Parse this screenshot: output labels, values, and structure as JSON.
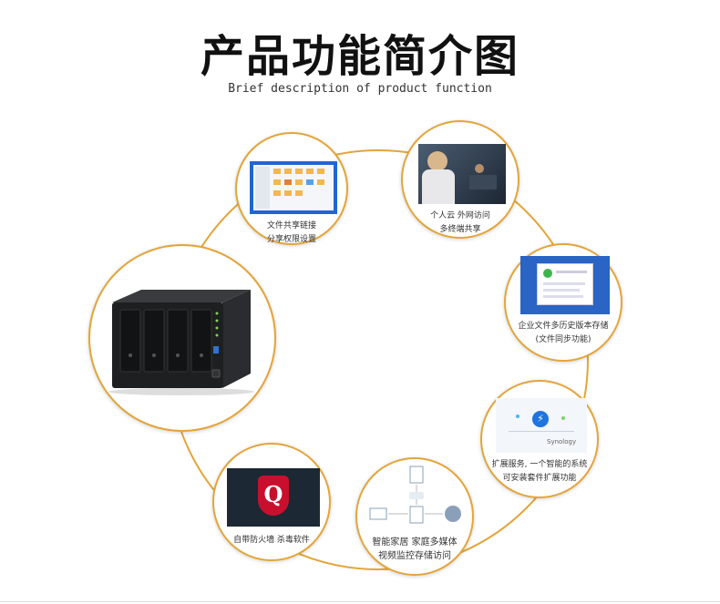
{
  "title": "产品功能简介图",
  "subtitle": "Brief description of product function",
  "features": [
    {
      "line1": "文件共享链接",
      "line2": "分享权限设置"
    },
    {
      "line1": "个人云 外网访问",
      "line2": "多终端共享"
    },
    {
      "line1": "企业文件多历史版本存储",
      "line2": "(文件同步功能)"
    },
    {
      "line1": "扩展服务, 一个智能的系统",
      "line2": "可安装套件扩展功能"
    },
    {
      "line1": "智能家居 家庭多媒体",
      "line2": "视频监控存储访问"
    },
    {
      "line1": "自带防火墙 杀毒软件",
      "line2": ""
    }
  ],
  "brand_mark": "Synology",
  "firewall_letter": "Q",
  "colors": {
    "ring": "#e3a53a",
    "nas": "#1e1f21",
    "win_blue": "#1f66d1",
    "firewall_red": "#c8102e"
  }
}
